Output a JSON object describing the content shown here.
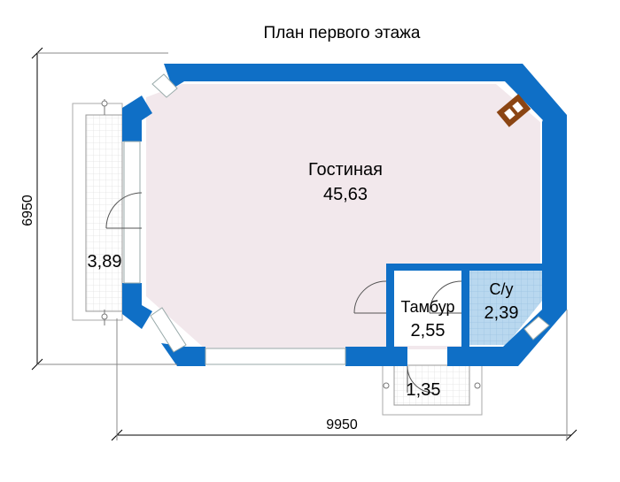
{
  "title": "План первого этажа",
  "dimensions": {
    "width_total": "9950",
    "height_total": "6950"
  },
  "rooms": {
    "living": {
      "name": "Гостиная",
      "area": "45,63"
    },
    "terrace": {
      "area": "3,89"
    },
    "vestibule": {
      "name": "Тамбур",
      "area": "2,55"
    },
    "bathroom": {
      "name": "С/у",
      "area": "2,39"
    },
    "porch": {
      "area": "1,35"
    }
  },
  "colors": {
    "wall": "#0f6fc6",
    "living_floor": "#f2e8ec",
    "bathroom_floor": "#b9d8ef",
    "tile_grid": "#e4e4e4",
    "fireplace": "#8b4513"
  }
}
